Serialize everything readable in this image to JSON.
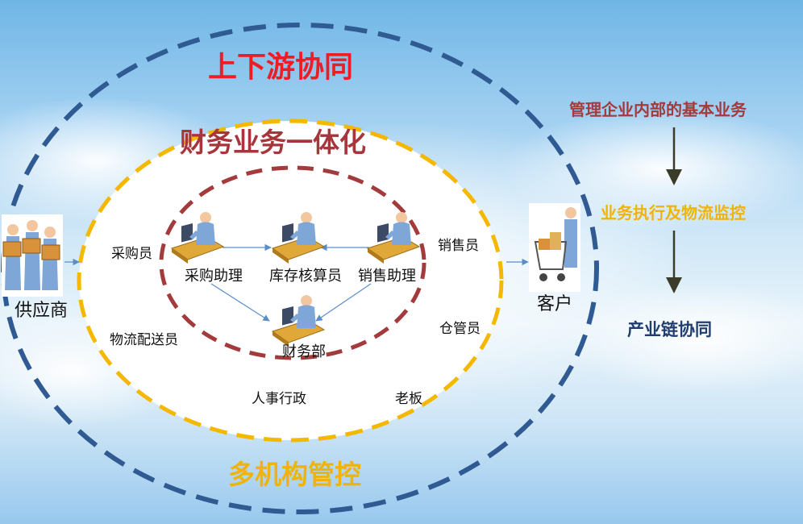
{
  "titles": {
    "outer": "上下游协同",
    "middle": "财务业务一体化",
    "bottom": "多机构管控"
  },
  "core_nodes": {
    "purchase_assistant": "采购助理",
    "inventory_accountant": "库存核算员",
    "sales_assistant": "销售助理",
    "finance": "财务部"
  },
  "roles": {
    "buyer": "采购员",
    "salesperson": "销售员",
    "logistics": "物流配送员",
    "warehouse": "仓管员",
    "hr_admin": "人事行政",
    "boss": "老板"
  },
  "external": {
    "supplier": "供应商",
    "customer": "客户"
  },
  "side_flow": {
    "step1": "管理企业内部的基本业务",
    "step2": "业务执行及物流监控",
    "step3": "产业链协同"
  },
  "colors": {
    "outer_ring": "#2f5a92",
    "middle_ring": "#f5b800",
    "inner_ring": "#a33a3c",
    "title_red": "#ee1c24",
    "title_brown": "#a6363b",
    "title_gold": "#f0b30c",
    "side_navy": "#1f3d6e"
  },
  "icons": {
    "supplier": "workers-with-boxes-icon",
    "customer": "shopping-cart-person-icon",
    "staff": "person-at-computer-icon"
  }
}
